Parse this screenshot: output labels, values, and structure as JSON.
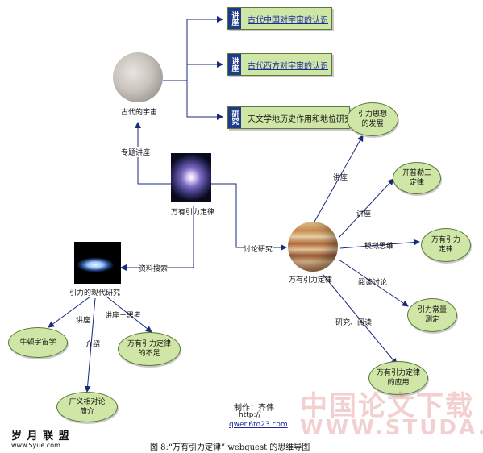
{
  "lectures": {
    "tag": "讲座",
    "item1": "古代中国对宇宙的认识",
    "item2": "古代西方对宇宙的认识"
  },
  "research": {
    "tag": "研究",
    "text": "天文学地历史作用和地位研究"
  },
  "ancient_universe": "古代的宇宙",
  "special_lecture": "专题讲座",
  "gravity_law": "万有引力定律",
  "discuss_research": "讨论研究",
  "material_search": "资料搜索",
  "modern_research": "引力的现代研究",
  "gravity_law_planet": "万有引力定律",
  "edge_labels": {
    "lecture_a": "讲座",
    "lecture_b": "讲座",
    "lecture_c": "讲座",
    "model_think": "模拟思维",
    "read_discuss": "阅读讨论",
    "research_read": "研究、阅读",
    "intro": "介绍",
    "lecture_think": "讲座＋思考"
  },
  "ellipses": {
    "gravity_thought": "引力思想的发展",
    "kepler": "开普勒三定律",
    "gravity_law": "万有引力定律",
    "gravity_constant": "引力常量测定",
    "application": "万有引力定律的应用",
    "newton": "牛顿宇宙学",
    "shortcoming": "万有引力定律的不足",
    "relativity": "广义相对论简介"
  },
  "author": "制作：齐伟",
  "url_line1": "http://",
  "url_line2": "qwer.6to23.com",
  "caption": "图 8:“万有引力定律”  webquest 的思维导图",
  "watermark_left": "岁 月 联 盟",
  "watermark_left_url": "www.Syue.com",
  "watermark_right_cn": "中国论文下载",
  "watermark_right_en": "WWW.STUDA."
}
